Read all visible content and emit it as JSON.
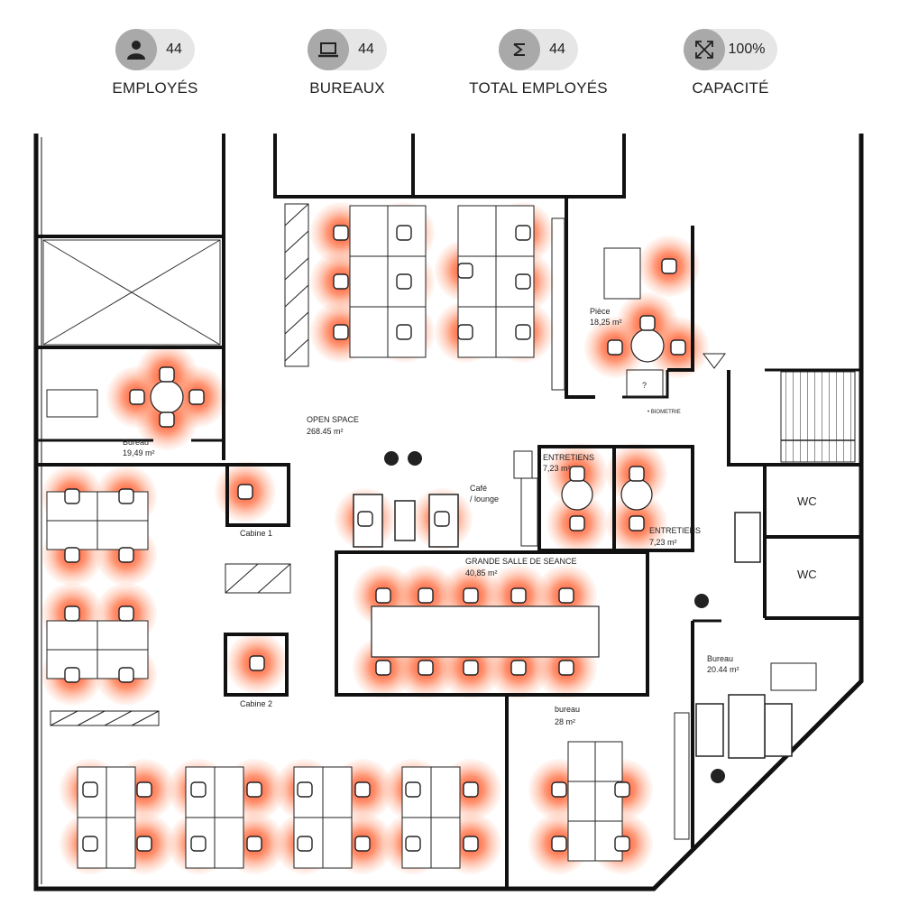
{
  "stats": [
    {
      "icon": "person-icon",
      "value": "44",
      "label": "EMPLOYÉS"
    },
    {
      "icon": "laptop-icon",
      "value": "44",
      "label": "BUREAUX"
    },
    {
      "icon": "sum-icon",
      "value": "44",
      "label": "TOTAL EMPLOYÉS"
    },
    {
      "icon": "expand-icon",
      "value": "100%",
      "label": "CAPACITÉ"
    }
  ],
  "rooms": {
    "open_space": {
      "name": "OPEN SPACE",
      "area": "268.45 m²"
    },
    "piece": {
      "name": "Pièce",
      "area": "18,25 m²"
    },
    "bureau_left": {
      "name": "Bureau",
      "area": "19,49 m²"
    },
    "cafe": {
      "name": "Café",
      "sub": "/ lounge"
    },
    "entretiens_1": {
      "name": "ENTRETIENS",
      "area": "7,23 m²"
    },
    "entretiens_2": {
      "name": "ENTRETIENS",
      "area": "7,23 m²"
    },
    "cabine_1": {
      "name": "Cabine 1"
    },
    "cabine_2": {
      "name": "Cabine 2"
    },
    "grande_salle": {
      "name": "GRANDE SALLE DE SEANCE",
      "area": "40,85 m²"
    },
    "bureau_right": {
      "name": "Bureau",
      "area": "20.44 m²"
    },
    "bureau_small": {
      "name": "bureau",
      "area": "28 m²"
    },
    "wc_1": {
      "name": "WC"
    },
    "wc_2": {
      "name": "WC"
    },
    "biometrie": {
      "name": "• BIOMETRIE"
    },
    "question": {
      "name": "?"
    }
  },
  "colors": {
    "heat": "#ff5a2a",
    "wall": "#111111",
    "pill_bg": "#e6e6e6",
    "pill_icon_bg": "#a9a9a9"
  }
}
